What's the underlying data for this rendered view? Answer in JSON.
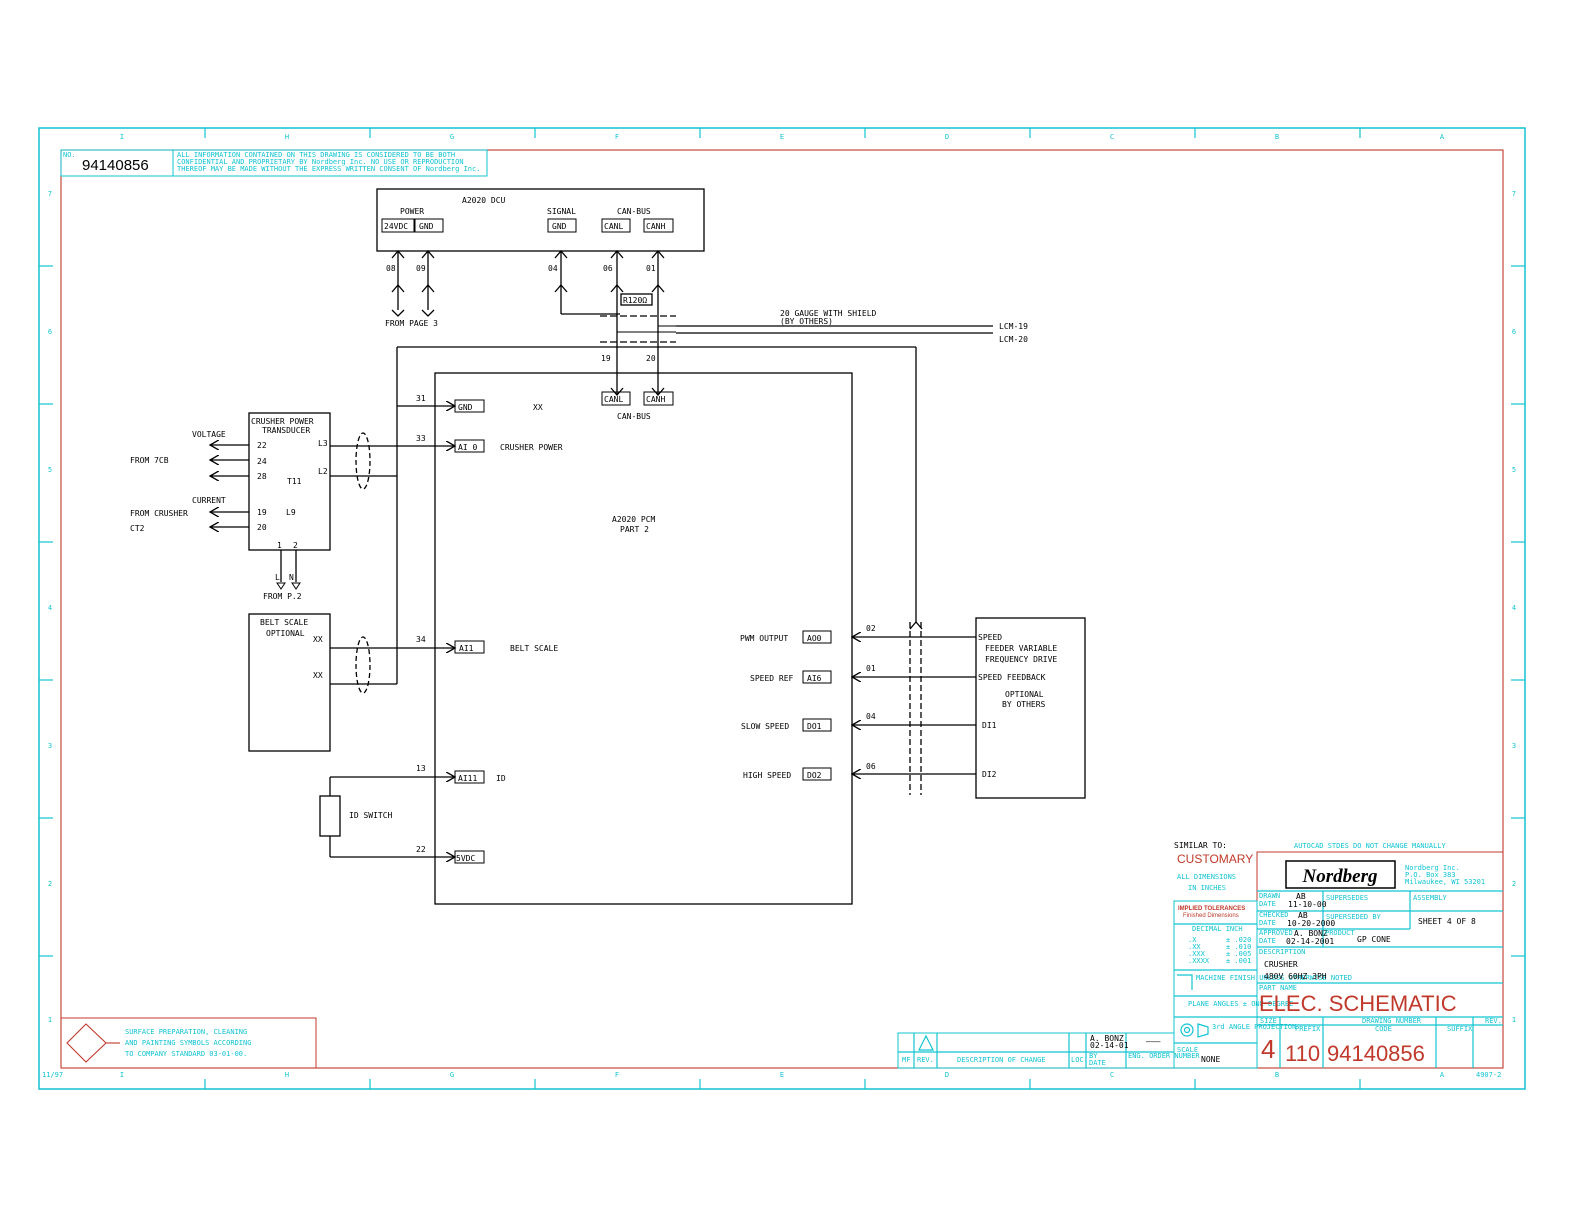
{
  "header": {
    "no_label": "NO.",
    "drawing_number": "94140856",
    "confidential_note": [
      "ALL INFORMATION CONTAINED ON THIS DRAWING IS CONSIDERED TO BE BOTH",
      "CONFIDENTIAL AND PROPRIETARY BY Nordberg Inc. NO USE OR REPRODUCTION",
      "THEREOF MAY BE MADE WITHOUT THE EXPRESS WRITTEN CONSENT OF Nordberg Inc."
    ]
  },
  "border": {
    "top_zones": [
      "I",
      "H",
      "G",
      "F",
      "E",
      "D",
      "C",
      "B",
      "A"
    ],
    "bottom_zones": [
      "I",
      "H",
      "G",
      "F",
      "E",
      "D",
      "C",
      "B",
      "A"
    ],
    "rows": [
      "7",
      "6",
      "5",
      "4",
      "3",
      "2",
      "1"
    ],
    "corner_left": "11/97",
    "corner_right": "4907-2"
  },
  "dcu": {
    "title": "A2020 DCU",
    "power_label": "POWER",
    "signal_label": "SIGNAL",
    "canbus_label": "CAN-BUS",
    "terminals": [
      "24VDC",
      "GND",
      "GND",
      "CANL",
      "CANH"
    ],
    "wire_numbers": [
      "08",
      "09",
      "04",
      "06",
      "01"
    ],
    "from_page": "FROM PAGE 3",
    "resistor": "R120Ω"
  },
  "cable": {
    "label_line1": "20 GAUGE WITH SHIELD",
    "label_line2": "(BY OTHERS)",
    "lcm19": "LCM-19",
    "lcm20": "LCM-20",
    "w19": "19",
    "w20": "20"
  },
  "pcm": {
    "title_line1": "A2020 PCM",
    "title_line2": "PART 2",
    "canl": "CANL",
    "canh": "CANH",
    "canbus_label": "CAN-BUS",
    "gnd_term": "GND",
    "gnd_wire": "31",
    "gnd_xx": "XX",
    "ai0_term": "AI 0",
    "ai0_wire": "33",
    "ai0_label": "CRUSHER POWER",
    "ai1_term": "AI1",
    "ai1_wire": "34",
    "ai1_label": "BELT SCALE",
    "ai11_term": "AI11",
    "ai11_wire": "13",
    "ai11_label": "ID",
    "vdc_term": "5VDC",
    "vdc_wire": "22",
    "ao0_label": "PWM OUTPUT",
    "ao0_term": "AO0",
    "ao0_wire": "02",
    "ai6_label": "SPEED REF",
    "ai6_term": "AI6",
    "ai6_wire": "01",
    "do1_label": "SLOW SPEED",
    "do1_term": "DO1",
    "do1_wire": "04",
    "do2_label": "HIGH SPEED",
    "do2_term": "DO2",
    "do2_wire": "06"
  },
  "transducer": {
    "title_line1": "CRUSHER POWER",
    "title_line2": "TRANSDUCER",
    "voltage_label": "VOLTAGE",
    "from_7cb": "FROM 7CB",
    "current_label": "CURRENT",
    "from_crusher": "FROM CRUSHER",
    "ct2": "CT2",
    "t22": "22",
    "t24": "24",
    "t28": "28",
    "t19": "19",
    "t20": "20",
    "l9": "L9",
    "l3": "L3",
    "l2": "L2",
    "t11": "T11",
    "p1": "1",
    "p2": "2",
    "l": "L",
    "n": "N",
    "from_p2": "FROM P.2"
  },
  "belt_scale": {
    "title_line1": "BELT SCALE",
    "title_line2": "OPTIONAL",
    "xx1": "XX",
    "xx2": "XX"
  },
  "id_switch": {
    "label": "ID SWITCH"
  },
  "vfd": {
    "speed": "SPEED",
    "title_line1": "FEEDER VARIABLE",
    "title_line2": "FREQUENCY DRIVE",
    "speed_feedback": "SPEED FEEDBACK",
    "optional_line1": "OPTIONAL",
    "optional_line2": "BY OTHERS",
    "di1": "DI1",
    "di2": "DI2"
  },
  "surface_note": [
    "SURFACE PREPARATION, CLEANING",
    "AND PAINTING SYMBOLS ACCORDING",
    "TO COMPANY STANDARD 03-01-00."
  ],
  "revision_block": {
    "col_mf": "MF",
    "col_rev": "REV.",
    "col_desc": "DESCRIPTION OF CHANGE",
    "col_loc": "LOC.",
    "col_by": "BY",
    "col_date": "DATE",
    "col_eng": "ENG. ORDER NUMBER",
    "by_value": "A. BONZ",
    "date_value": "02-14-01",
    "eng_value": "———"
  },
  "title_block": {
    "autocad_note": "AUTOCAD STDES DO NOT CHANGE MANUALLY",
    "similar_to": "SIMILAR TO:",
    "customary": "CUSTOMARY",
    "all_dims_line1": "ALL DIMENSIONS",
    "all_dims_line2": "IN INCHES",
    "logo": "Nordberg",
    "company_line1": "Nordberg Inc.",
    "company_line2": "P.O. Box 383",
    "company_line3": "Milwaukee, WI 53201",
    "drawn_label": "DRAWN",
    "drawn_by": "AB",
    "drawn_date": "11-10-00",
    "checked_label": "CHECKED",
    "checked_by": "AB",
    "checked_date": "10-20-2000",
    "approved_label": "APPROVED",
    "approved_by": "A. BONZ",
    "approved_date": "02-14-2001",
    "date_label": "DATE",
    "supersedes": "SUPERSEDES",
    "superseded_by": "SUPERSEDED BY",
    "assembly": "ASSEMBLY",
    "sheet": "SHEET 4 OF 8",
    "product_label": "PRODUCT",
    "product": "GP CONE",
    "description_label": "DESCRIPTION",
    "description_line1": "CRUSHER",
    "description_line2": "480V 60HZ 3PH",
    "part_name_label": "PART NAME",
    "part_name": "ELEC. SCHEMATIC",
    "tolerance_title1": "IMPLIED TOLERANCES",
    "tolerance_title2": "Finished Dimensions",
    "decimal_label": "DECIMAL INCH",
    "tol_rows": [
      ".X",
      ".XX",
      ".XXX",
      ".XXXX"
    ],
    "tol_vals": [
      "± .020",
      "± .010",
      "± .005",
      "± .001"
    ],
    "machine_note": "MACHINE FINISH UNLESS OTHERWISE NOTED",
    "plane_angles": "PLANE ANGLES ± ONE DEGREE",
    "projection": "3rd ANGLE PROJECTION",
    "scale_label": "SCALE",
    "scale": "NONE",
    "size_label": "SIZE",
    "prefix_label": "PREFIX",
    "number_label": "DRAWING NUMBER",
    "code_label": "CODE",
    "suffix_label": "SUFFIX",
    "rev_label": "REV.",
    "size": "4",
    "prefix": "110",
    "number": "94140856"
  }
}
